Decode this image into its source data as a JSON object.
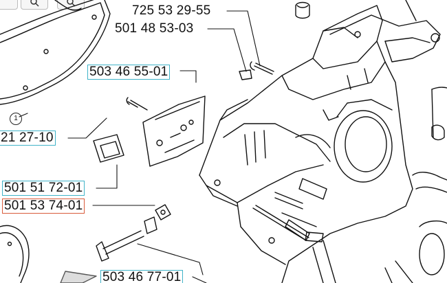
{
  "parts": {
    "p1": "725 53 29-55",
    "p2": "501 48 53-03",
    "p3": "503 46 55-01",
    "p4": "21 27-10",
    "p5": "501 51 72-01",
    "p6": "501 53 74-01",
    "p7": "503 46 77-01"
  },
  "callout": "1",
  "toolbar": {
    "zoom_in_icon": "zoom-in-icon",
    "zoom_out_icon": "zoom-out-icon"
  },
  "colors": {
    "box_cyan": "#3fb3c8",
    "box_red": "#d85a3a",
    "line": "#111111"
  }
}
